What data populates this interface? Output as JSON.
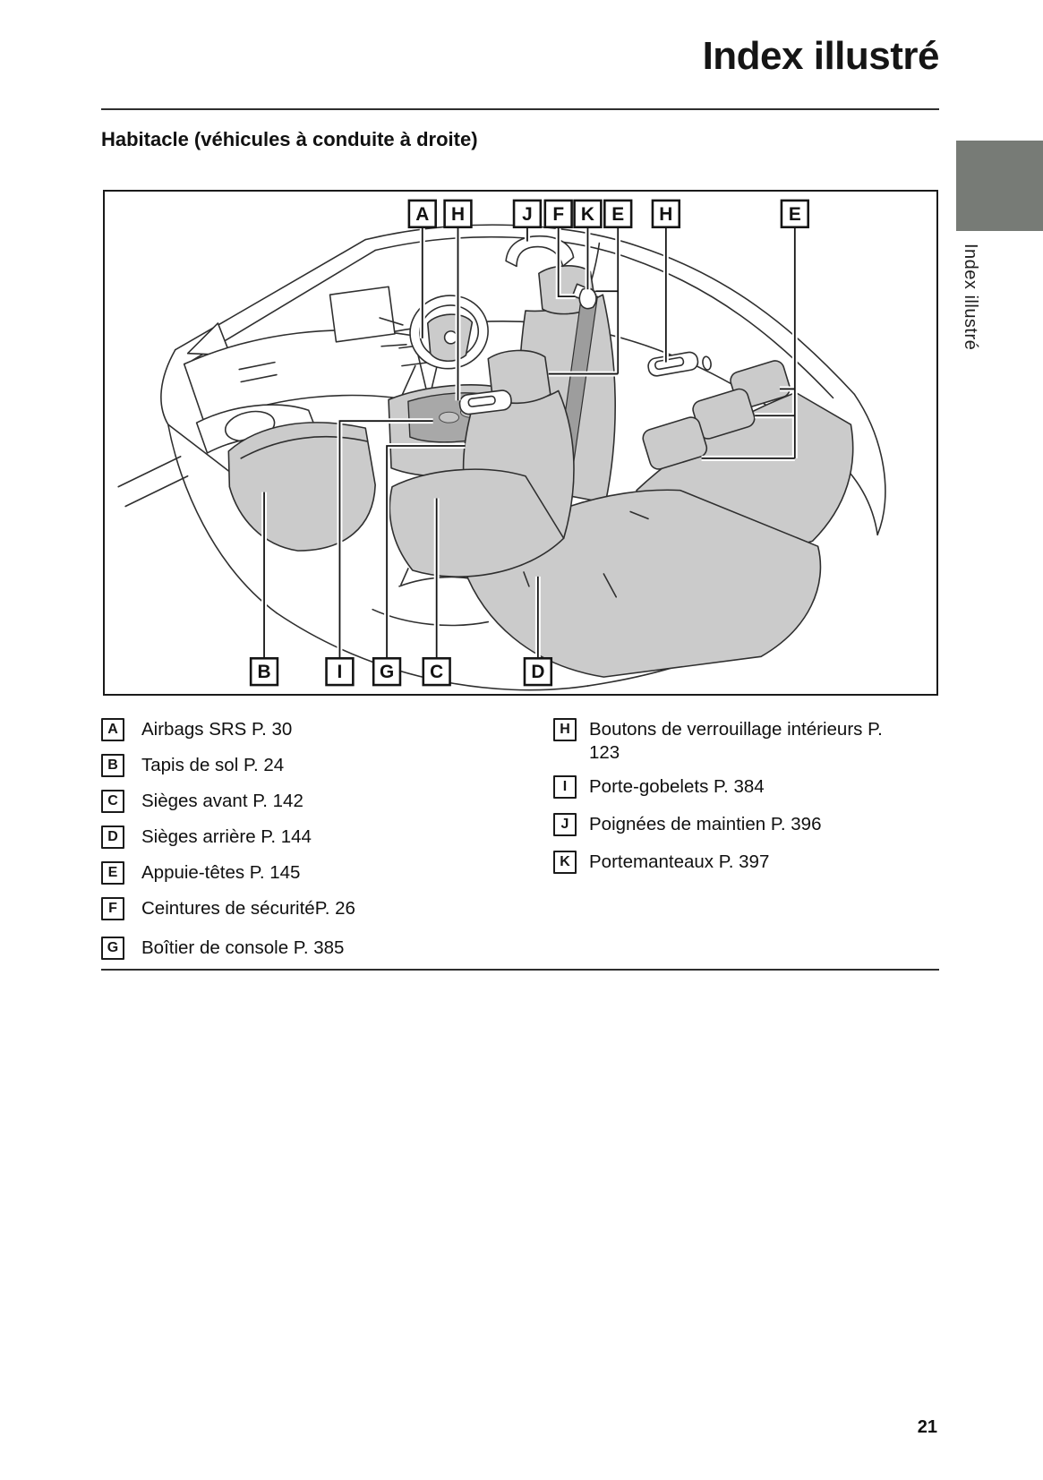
{
  "header": {
    "title": "Index illustré"
  },
  "sidebar": {
    "vertical_label": "Index illustré"
  },
  "section": {
    "heading": "Habitacle (véhicules à conduite à droite)"
  },
  "diagram": {
    "top_callouts": [
      "A",
      "H",
      "J",
      "F",
      "K",
      "E",
      "H",
      "E"
    ],
    "bottom_callouts": [
      "B",
      "I",
      "G",
      "C",
      "D"
    ]
  },
  "legend": {
    "left": [
      {
        "key": "A",
        "label": "Airbags SRS P. 30"
      },
      {
        "key": "B",
        "label": "Tapis de sol P. 24"
      },
      {
        "key": "C",
        "label": "Sièges avant P. 142"
      },
      {
        "key": "D",
        "label": "Sièges arrière P. 144"
      },
      {
        "key": "E",
        "label": "Appuie-têtes P. 145"
      },
      {
        "key": "F",
        "label": "Ceintures de sécuritéP. 26"
      },
      {
        "key": "G",
        "label": "Boîtier de console P. 385"
      }
    ],
    "right": [
      {
        "key": "H",
        "label": "Boutons de verrouillage intérieurs P. 123"
      },
      {
        "key": "I",
        "label": "Porte-gobelets P. 384"
      },
      {
        "key": "J",
        "label": "Poignées de maintien P. 396"
      },
      {
        "key": "K",
        "label": "Portemanteaux P. 397"
      }
    ]
  },
  "footer": {
    "page_number": "21"
  },
  "colors": {
    "tab": "#777b76",
    "seat_fill": "#cbcbcb",
    "line_art": "#2f2f2f",
    "text": "#161616"
  }
}
